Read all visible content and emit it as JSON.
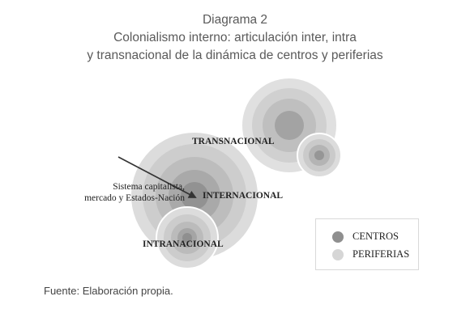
{
  "title": {
    "line1": "Diagrama 2",
    "line2": "Colonialismo interno: articulación inter, intra",
    "line3": "y transnacional de la dinámica de centros y periferias"
  },
  "labels": {
    "transnacional": "TRANSNACIONAL",
    "internacional": "INTERNACIONAL",
    "intranacional": "INTRANACIONAL"
  },
  "annotation": {
    "line1": "Sistema capitalista,",
    "line2": "mercado y Estados-Nación"
  },
  "legend": {
    "centros": "CENTROS",
    "periferias": "PERIFERIAS"
  },
  "colors": {
    "centro": "#8f8f8f",
    "periferia": "#d6d6d6",
    "arrow": "#333333"
  },
  "source": "Fuente: Elaboración propia."
}
